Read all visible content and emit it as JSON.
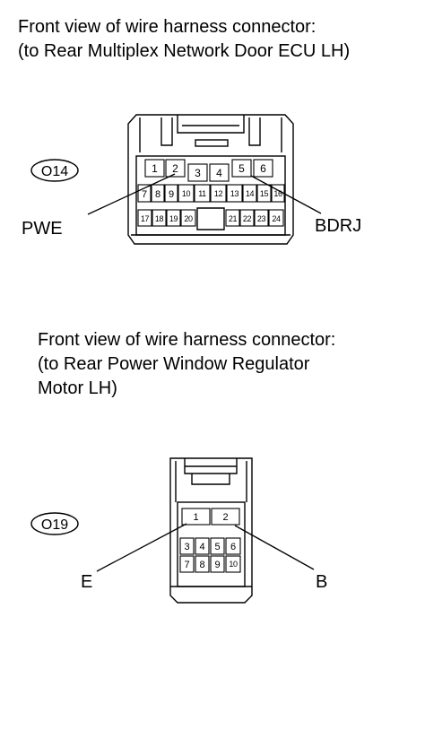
{
  "connectors": [
    {
      "caption_line1": "Front view of wire harness connector:",
      "caption_line2": "(to Rear Multiplex Network Door ECU LH)",
      "caption_line3": "",
      "id": "O14",
      "pins": [
        "1",
        "2",
        "3",
        "4",
        "5",
        "6",
        "7",
        "8",
        "9",
        "10",
        "11",
        "12",
        "13",
        "14",
        "15",
        "16",
        "17",
        "18",
        "19",
        "20",
        "21",
        "22",
        "23",
        "24"
      ],
      "labels": {
        "left": "PWE",
        "right": "BDRJ"
      }
    },
    {
      "caption_line1": "Front view of wire harness connector:",
      "caption_line2": "(to Rear Power Window Regulator",
      "caption_line3": "Motor LH)",
      "id": "O19",
      "pins": [
        "1",
        "2",
        "3",
        "4",
        "5",
        "6",
        "7",
        "8",
        "9",
        "10"
      ],
      "labels": {
        "left": "E",
        "right": "B"
      }
    }
  ]
}
